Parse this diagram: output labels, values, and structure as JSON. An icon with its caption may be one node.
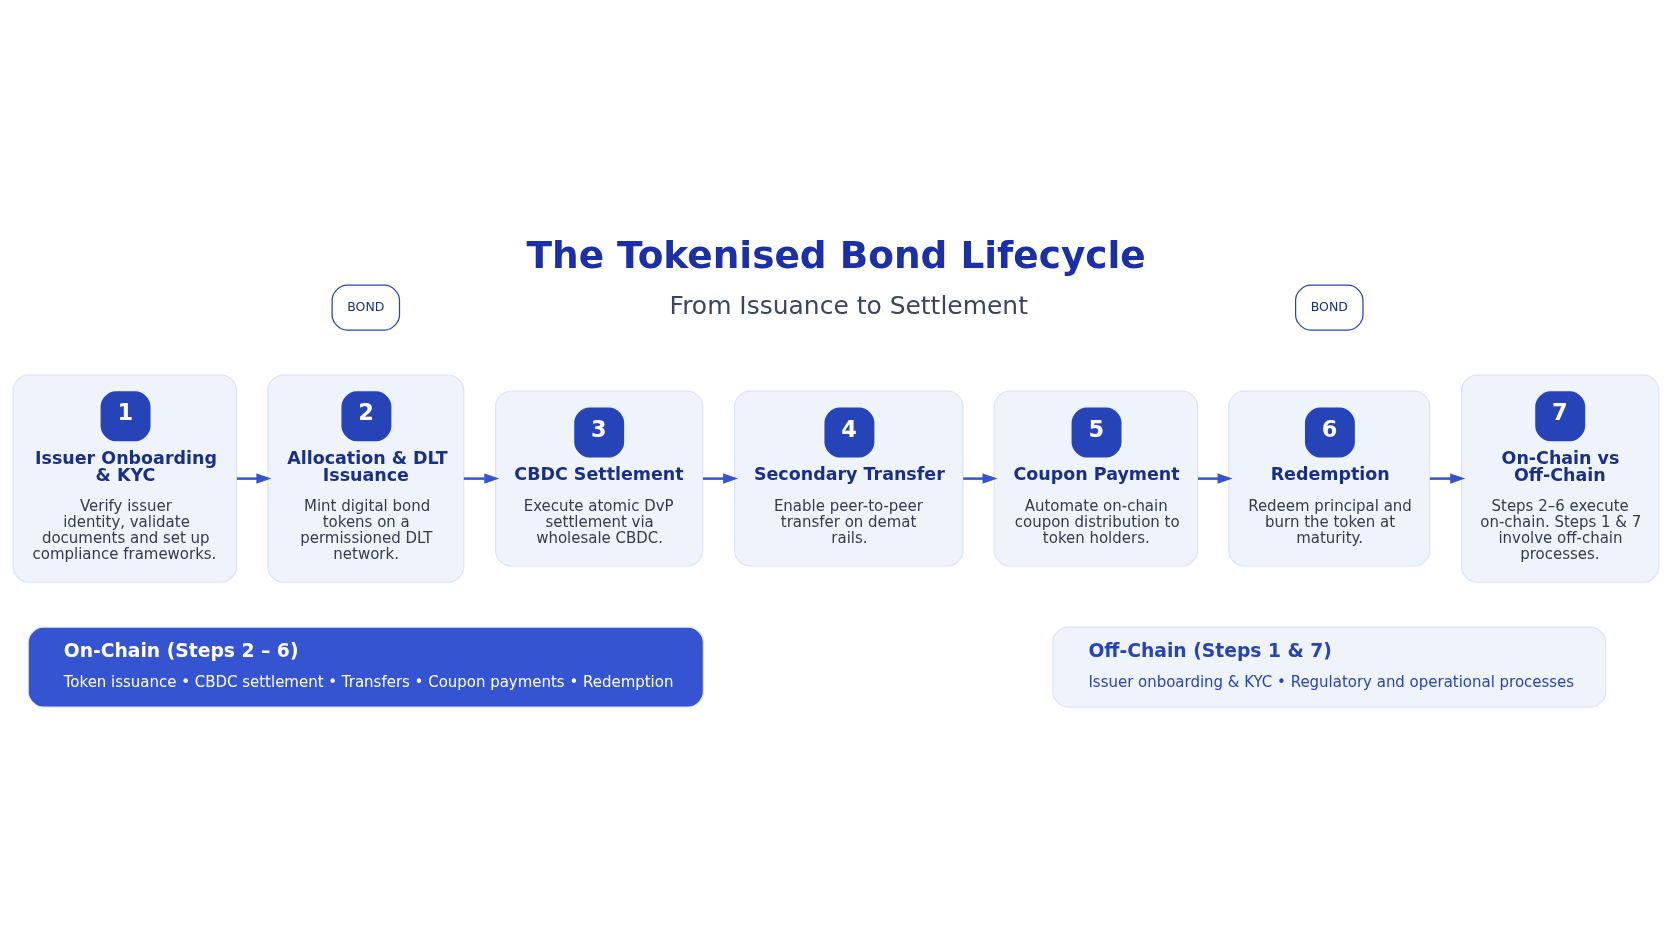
{
  "diagram": {
    "title": "The Tokenised Bond Lifecycle",
    "nodes": [
      {
        "text": [
          "1",
          "Issuer Onboarding & KYC",
          "Verify issuer identity, validate documents and set up compliance frameworks."
        ]
      },
      {
        "text": [
          "2",
          "Allocation & DLT Issuance",
          "Mint digital bond tokens on a permissioned DLT network."
        ]
      },
      {
        "text": [
          "3",
          "CBDC Settlement",
          "Execute atomic DvP settlement via wholesale CBDC."
        ]
      },
      {
        "text": [
          "4",
          "Secondary Transfer",
          "Enable peer-to-peer transfer on demat rails."
        ]
      },
      {
        "text": [
          "5",
          "Coupon Payment",
          "Automate on-chain coupon distribution to token holders."
        ]
      },
      {
        "text": [
          "6",
          "Redemption",
          "Redeem principal and burn the token at maturity."
        ]
      },
      {
        "text": [
          "7",
          "On-Chain vs Off-Chain",
          "Steps 2–6 execute on-chain. Steps 1 & 7 involve off-chain processes."
        ]
      },
      {
        "text": [
          "On-Chain (Steps 2 – 6)",
          "Token issuance • CBDC settlement • Transfers • Coupon payments • Redemption"
        ]
      },
      {
        "text": [
          "Off-Chain (Steps 1 & 7)",
          "Issuer onboarding & KYC • Regulatory and operational processes"
        ]
      }
    ],
    "edges": [
      {
        "from": 0,
        "to": 1,
        "arrow": "to"
      },
      {
        "from": 1,
        "to": 2,
        "arrow": "to"
      },
      {
        "from": 2,
        "to": 3,
        "arrow": "to"
      },
      {
        "from": 3,
        "to": 4,
        "arrow": "to"
      },
      {
        "from": 4,
        "to": 5,
        "arrow": "to"
      },
      {
        "from": 5,
        "to": 6,
        "arrow": "to"
      }
    ],
    "labels": [
      "From Issuance to Settlement",
      "BOND",
      "BOND"
    ]
  }
}
